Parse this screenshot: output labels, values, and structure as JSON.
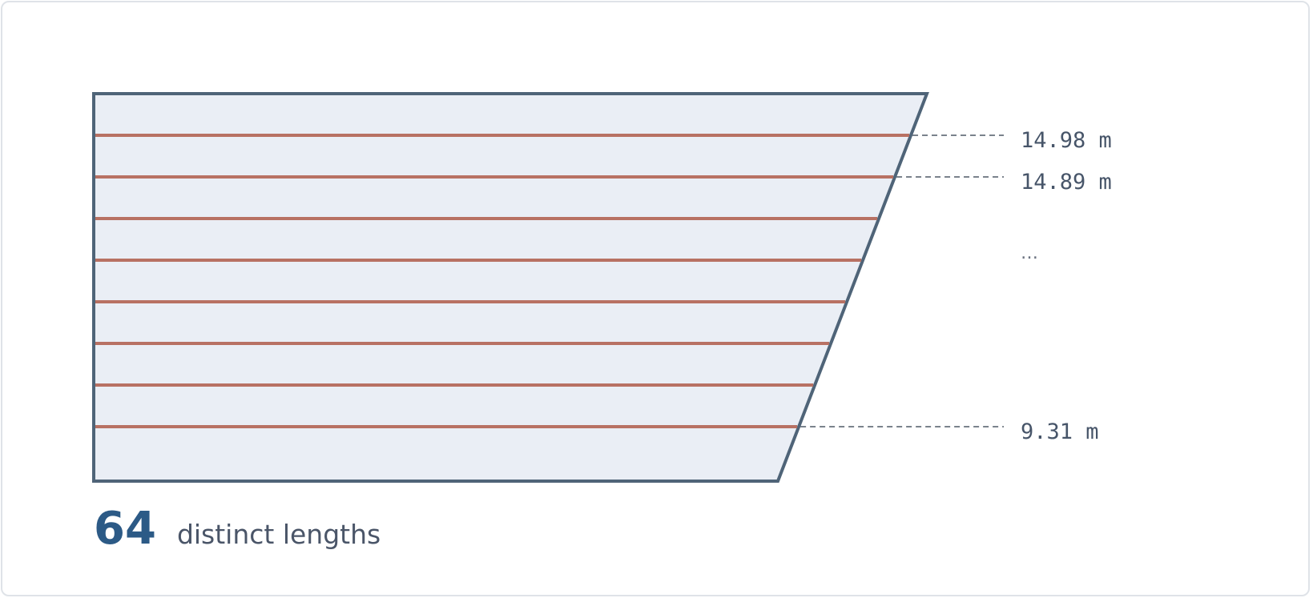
{
  "figure": {
    "colors": {
      "outline": "#4f6478",
      "fill": "#eaeef5",
      "rafter": "#b87163",
      "leader": "#7a828c",
      "count": "#2c5a86"
    },
    "rafters": [
      {
        "label": "14.98 m",
        "labeled": true
      },
      {
        "label": "14.89 m",
        "labeled": true
      },
      {
        "label": "",
        "labeled": false
      },
      {
        "label": "",
        "labeled": false
      },
      {
        "label": "",
        "labeled": false
      },
      {
        "label": "",
        "labeled": false
      },
      {
        "label": "",
        "labeled": false
      },
      {
        "label": "9.31 m",
        "labeled": true
      }
    ],
    "ellipsis": "…",
    "summary": {
      "count": "64",
      "label": "distinct lengths"
    }
  }
}
